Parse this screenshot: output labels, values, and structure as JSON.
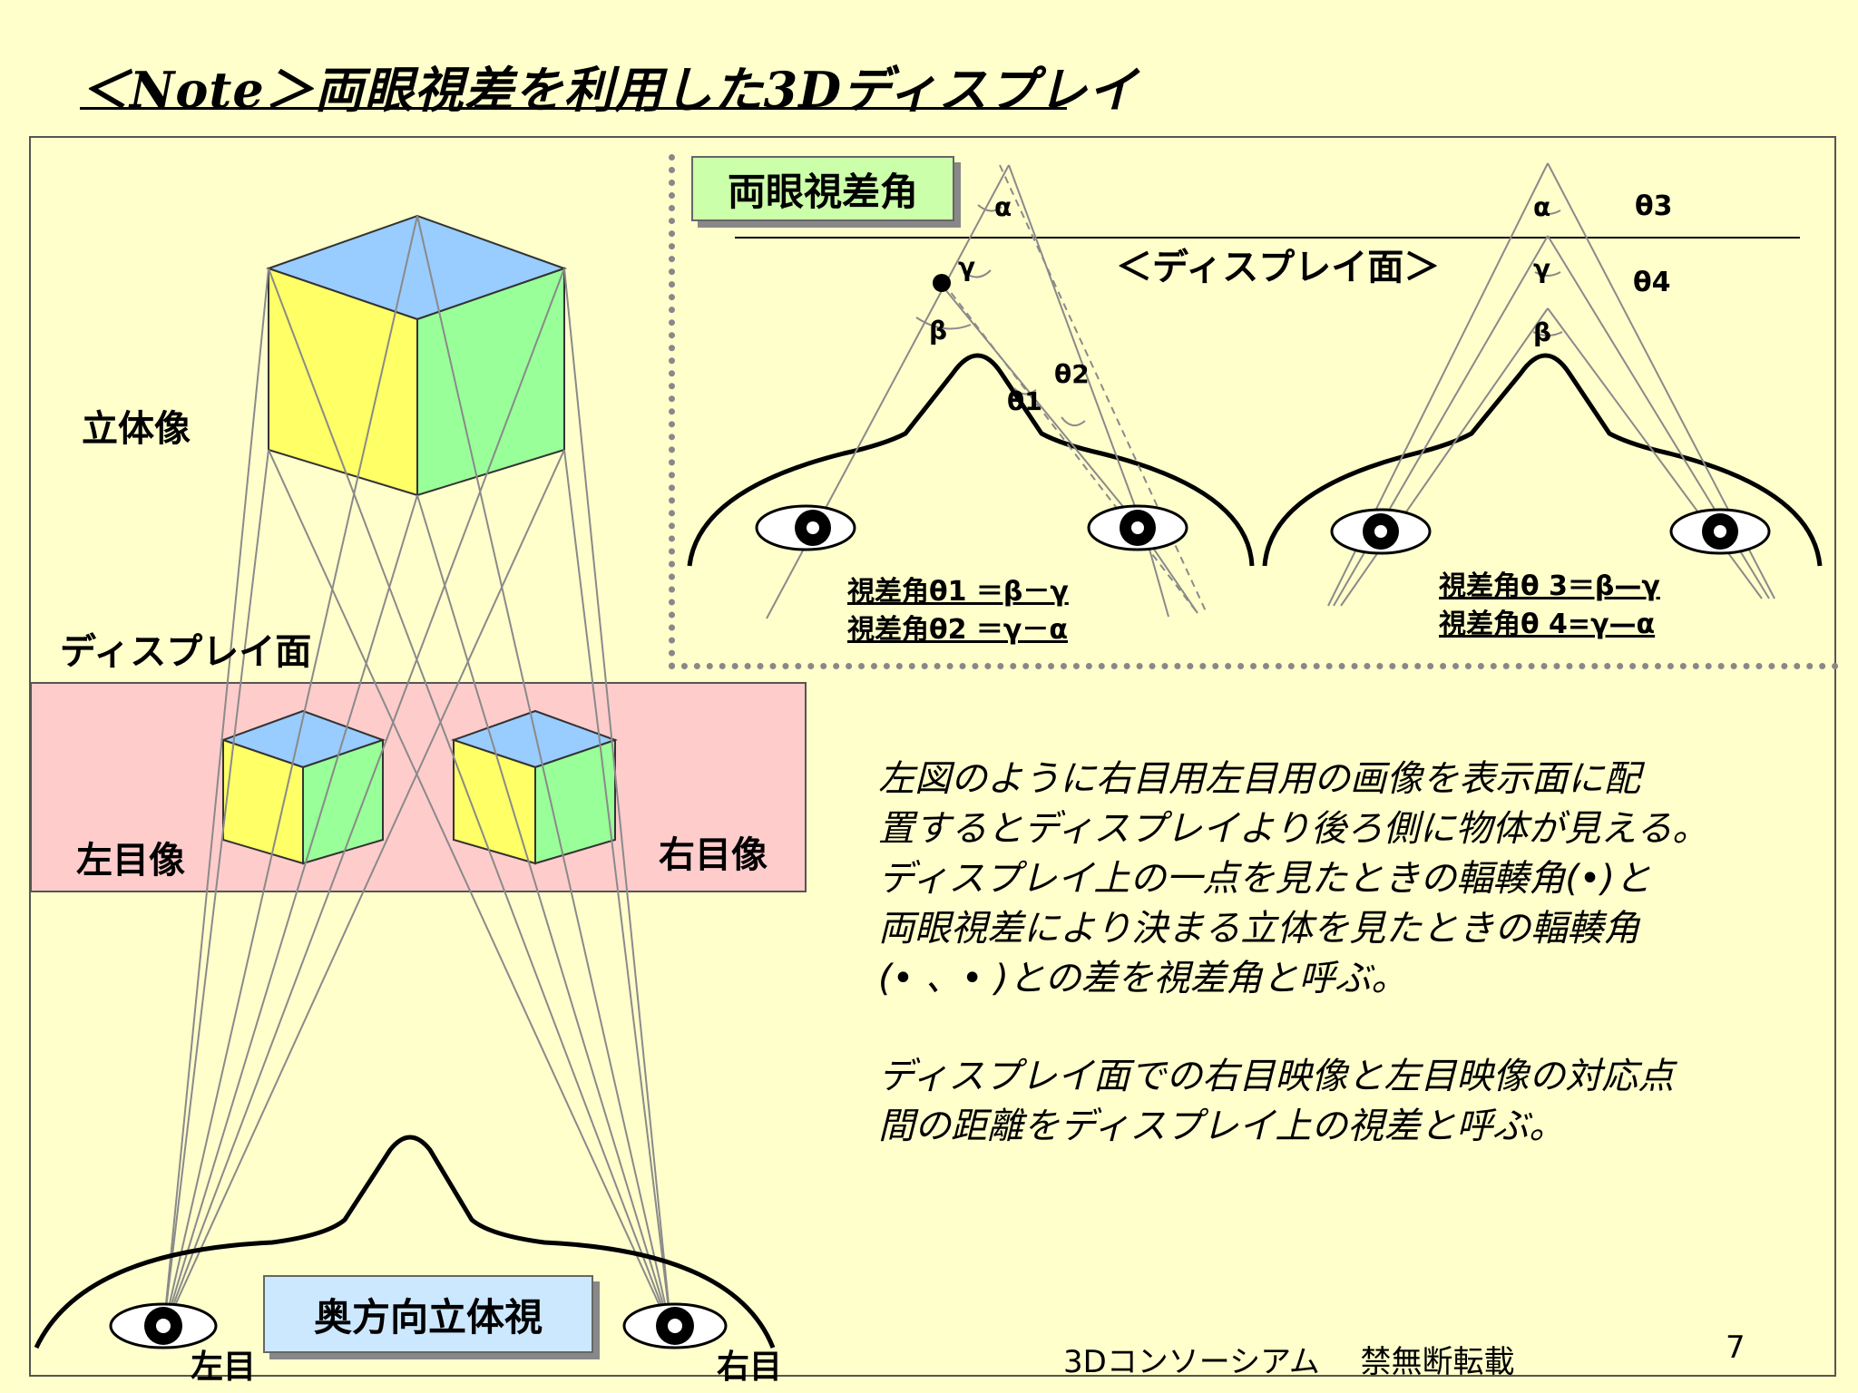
{
  "title": "＜Note＞両眼視差を利用した3Dディスプレイ",
  "left_figure": {
    "stereo_image_label": "立体像",
    "display_plane_label": "ディスプレイ面",
    "left_eye_image_label": "左目像",
    "right_eye_image_label": "右目像",
    "depth_stereo_label": "奥方向立体視",
    "left_eye_label": "左目",
    "right_eye_label": "右目"
  },
  "binocular_panel": {
    "tag": "両眼視差角",
    "display_plane_label": "＜ディスプレイ面＞",
    "greek_alpha": "α",
    "greek_beta": "β",
    "greek_gamma": "γ",
    "theta1": "θ1",
    "theta2": "θ2",
    "theta3": "θ3",
    "theta4": "θ4",
    "formula_left_1": "視差角θ1 ＝β－γ",
    "formula_left_2": "視差角θ2 ＝γ－α",
    "formula_right_1": "視差角θ 3＝β—γ",
    "formula_right_2": "視差角θ 4=γ—α"
  },
  "description": {
    "para1_line1": "左図のように右目用左目用の画像を表示面に配",
    "para1_line2": "置するとディスプレイより後ろ側に物体が見える。",
    "para1_line3": "ディスプレイ上の一点を見たときの輻輳角(•)と",
    "para1_line4": "両眼視差により決まる立体を見たときの輻輳角",
    "para1_line5": "(• 、• )との差を視差角と呼ぶ。",
    "para2_line1": "ディスプレイ面での右目映像と左目映像の対応点",
    "para2_line2": "間の距離をディスプレイ上の視差と呼ぶ。"
  },
  "footer": {
    "credit": "3Dコンソーシアム　 禁無断転載",
    "page_number": "7"
  },
  "colors": {
    "background": "#ffffcc",
    "cube_top": "#99ccff",
    "cube_left": "#ffff66",
    "cube_right": "#99ff99",
    "pink_band": "#ffcccc",
    "tag_green": "#ccffaa",
    "tag_blue": "#cce8ff"
  }
}
